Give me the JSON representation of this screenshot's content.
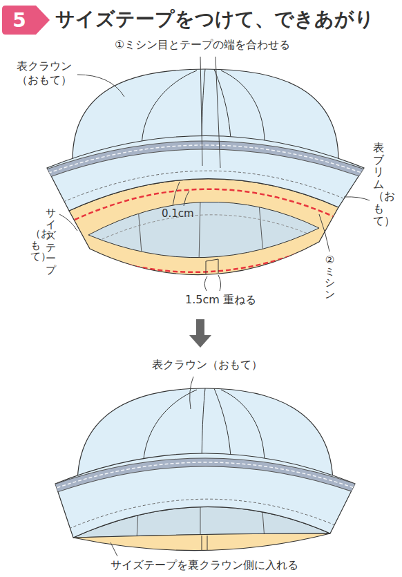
{
  "diagram": {
    "title": "サイズテープをつけて、できあがり",
    "nodes": [
      {
        "text": [
          "5"
        ]
      }
    ],
    "labels": [
      "①ミシン目とテープの端を合わせる",
      "表クラウン （おもて）",
      "表ブリム（おもて）",
      "0.1cm",
      "サイズテープ",
      "（おもて）",
      "②ミシン",
      "1.5cm 重ねる",
      "表クラウン（おもて）",
      "サイズテープを裏クラウン側に入れる"
    ]
  }
}
